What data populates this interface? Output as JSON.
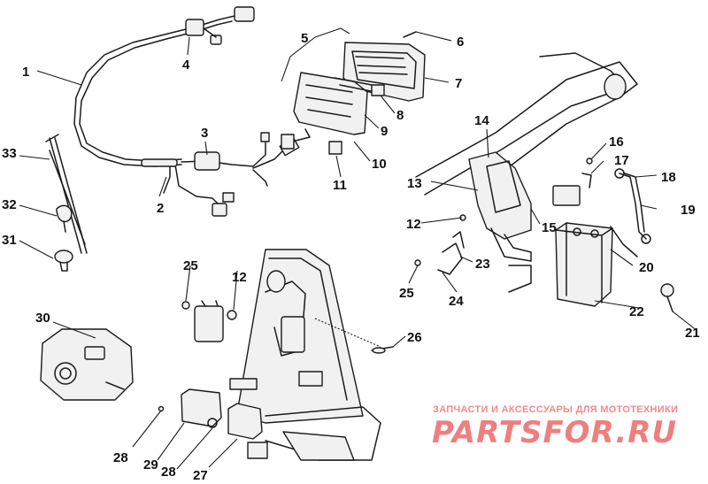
{
  "callouts": {
    "c1": "1",
    "c2": "2",
    "c3": "3",
    "c4": "4",
    "c5": "5",
    "c6": "6",
    "c7": "7",
    "c8": "8",
    "c9": "9",
    "c10": "10",
    "c11": "11",
    "c12a": "12",
    "c12b": "12",
    "c13": "13",
    "c14": "14",
    "c15": "15",
    "c16": "16",
    "c17": "17",
    "c18": "18",
    "c19": "19",
    "c20": "20",
    "c21": "21",
    "c22": "22",
    "c23": "23",
    "c24": "24",
    "c25a": "25",
    "c25b": "25",
    "c26": "26",
    "c27": "27",
    "c28a": "28",
    "c28b": "28",
    "c29": "29",
    "c30": "30",
    "c31": "31",
    "c32": "32",
    "c33": "33"
  },
  "watermark": {
    "subtitle": "ЗАПЧАСТИ И АКСЕССУАРЫ ДЛЯ МОТОТЕХНИКИ",
    "brand": "PARTSFOR.RU"
  },
  "colors": {
    "line": "#1a1a1a",
    "watermark": "#ef7f7f"
  }
}
